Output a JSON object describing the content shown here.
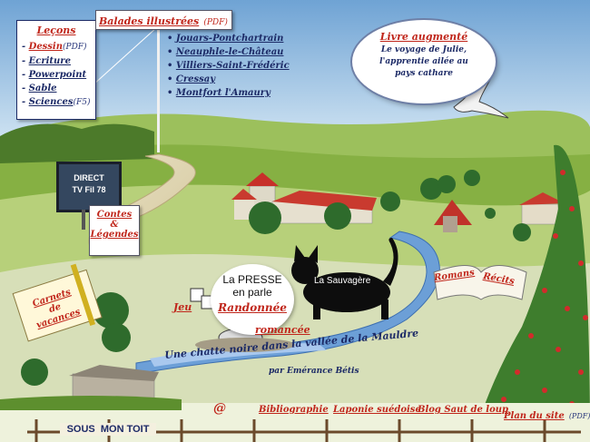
{
  "lessons": {
    "title": "Leçons",
    "items": [
      {
        "label": "Dessin",
        "note": "(PDF)"
      },
      {
        "label": "Ecriture",
        "note": ""
      },
      {
        "label": "Powerpoint",
        "note": ""
      },
      {
        "label": "Sable",
        "note": ""
      },
      {
        "label": "Sciences",
        "note": "(F5)"
      }
    ]
  },
  "walks": {
    "title": "Balades illustrées",
    "note": "(PDF)",
    "items": [
      "Jouars-Pontchartrain",
      "Neauphle-le-Château",
      "Villiers-Saint-Frédéric",
      "Cressay",
      "Montfort l'Amaury"
    ]
  },
  "book": {
    "title": "Livre augmenté",
    "lines": [
      "Le voyage de Julie,",
      "l'apprentie ailée au",
      "pays cathare"
    ]
  },
  "tv": {
    "line1": "DIRECT",
    "line2": "TV Fil 78"
  },
  "tales": {
    "line1": "Contes",
    "line2": "&",
    "line3": "Légendes"
  },
  "notebooks": {
    "line1": "Carnets",
    "line2": "de",
    "line3": "vacances"
  },
  "press": {
    "line1": "La PRESSE",
    "line2": "en parle",
    "line3": "Randonnée",
    "line4": "romancée"
  },
  "game": {
    "label": "Jeu"
  },
  "cat": {
    "label": "La Sauvagère"
  },
  "open_book": {
    "left": "Romans",
    "right": "Récits"
  },
  "title": {
    "main": "Une chatte noire dans la vallée de la Mauldre",
    "author": "par Emérance Bétis"
  },
  "footer": {
    "home": "SOUS  MON TOIT",
    "at": "@",
    "links": [
      "Bibliographie",
      "Laponie suédoise",
      "Blog Saut de loup"
    ],
    "site_map": "Plan du site",
    "site_map_note": "(PDF)"
  },
  "colors": {
    "link_red": "#c0261b",
    "navy": "#1c2a66",
    "sky": "#9fc6e6",
    "grass": "#8fb54a"
  }
}
